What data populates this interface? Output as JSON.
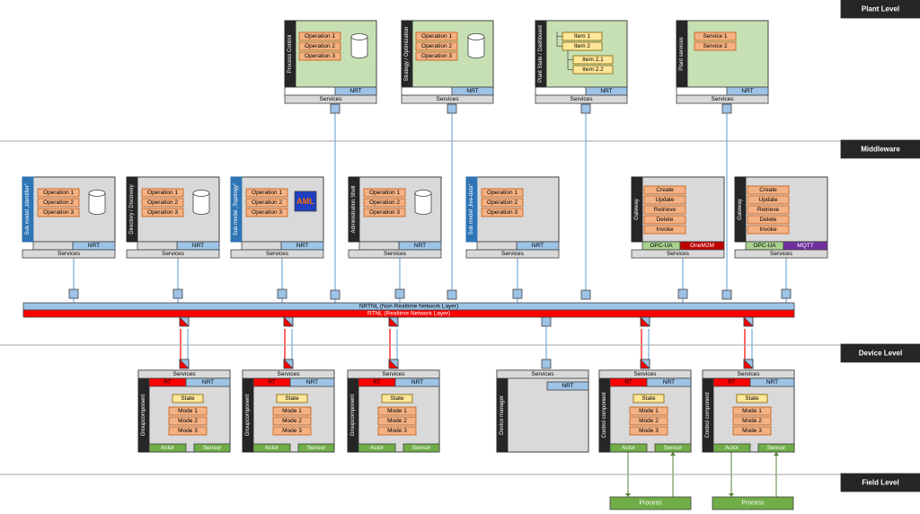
{
  "levels": {
    "plant": "Plant Level",
    "middleware": "Middleware",
    "device": "Device Level",
    "field": "Field Level"
  },
  "colors": {
    "plant_box": "#c6e0b4",
    "module_box": "#d9d9d9",
    "tag": "#f4b183",
    "tag_border": "#c55a11",
    "item": "#ffe699",
    "nrt": "#9dc3e6",
    "rt": "#ff0000",
    "green": "#70ad47",
    "opc_green": "#a9d18e",
    "mqtt": "#7030a0",
    "onem2m": "#c00000",
    "aml": "#1f3fbf",
    "side_blue": "#2e75b6",
    "level_header": "#262626"
  },
  "common": {
    "services": "Services",
    "nrt": "NRT",
    "rt": "RT",
    "state": "State",
    "actor": "Actor",
    "sensor": "Sensor",
    "process": "Process",
    "aml": "AML",
    "opc_ua": "OPC-UA",
    "onem2m": "OneM2M",
    "mqtt": "MQTT"
  },
  "network": {
    "nrtnl": "NRTNL (Non Realtime Network Layer)",
    "rtnl": "RTNL (Realtime Network Layer)"
  },
  "plant_modules": [
    {
      "side": "Process Control",
      "kind": "ops",
      "items": [
        "Operation 1",
        "Operation 2",
        "Operation 3"
      ]
    },
    {
      "side": "Strategy / Optimization",
      "kind": "ops",
      "items": [
        "Operation 1",
        "Operation 2",
        "Operation 3"
      ]
    },
    {
      "side": "Plant State / Dashboard",
      "kind": "tree",
      "items": [
        "Item 1",
        "Item 2",
        "Item 2.1",
        "Item 2.2"
      ]
    },
    {
      "side": "Plant services",
      "kind": "services",
      "items": [
        "Service 1",
        "Service 2"
      ]
    }
  ],
  "middleware_modules": [
    {
      "side": "Sub model „Identifier“",
      "ops": [
        "Operation 1",
        "Operation 2",
        "Operation 3"
      ],
      "extra": "db"
    },
    {
      "side": "Directory / Discovery",
      "ops": [
        "Operation 1",
        "Operation 2",
        "Operation 3"
      ],
      "extra": "db"
    },
    {
      "side": "Sub model „Topology“",
      "ops": [
        "Operation 1",
        "Operation 2",
        "Operation 3"
      ],
      "extra": "aml"
    },
    {
      "side": "Administration Shell",
      "ops": [
        "Operation 1",
        "Operation 2",
        "Operation 3"
      ],
      "extra": "db"
    },
    {
      "side": "Sub model „live-data“",
      "ops": [
        "Operation 1",
        "Operation 2",
        "Operation 3"
      ],
      "extra": "none"
    }
  ],
  "gateways": [
    {
      "side": "Gateway",
      "ops": [
        "Create",
        "Update",
        "Retrieve",
        "Delete",
        "Invoke"
      ],
      "left": "OPC-UA",
      "right": "OneM2M"
    },
    {
      "side": "Gateway",
      "ops": [
        "Create",
        "Update",
        "Retrieve",
        "Delete",
        "Invoke"
      ],
      "left": "OPC-UA",
      "right": "MQTT"
    }
  ],
  "device_modules": [
    {
      "side": "Groupcomponent",
      "modes": [
        "Mode 1",
        "Mode 2",
        "Mode 3"
      ]
    },
    {
      "side": "Groupcomponent",
      "modes": [
        "Mode 1",
        "Mode 2",
        "Mode 3"
      ]
    },
    {
      "side": "Groupcomponent",
      "modes": [
        "Mode 1",
        "Mode 2",
        "Mode 3"
      ]
    },
    {
      "side": "Device manager",
      "modes": []
    },
    {
      "side": "Control component",
      "modes": [
        "Mode 1",
        "Mode 2",
        "Mode 3"
      ]
    },
    {
      "side": "Control component",
      "modes": [
        "Mode 1",
        "Mode 2",
        "Mode 3"
      ]
    }
  ]
}
